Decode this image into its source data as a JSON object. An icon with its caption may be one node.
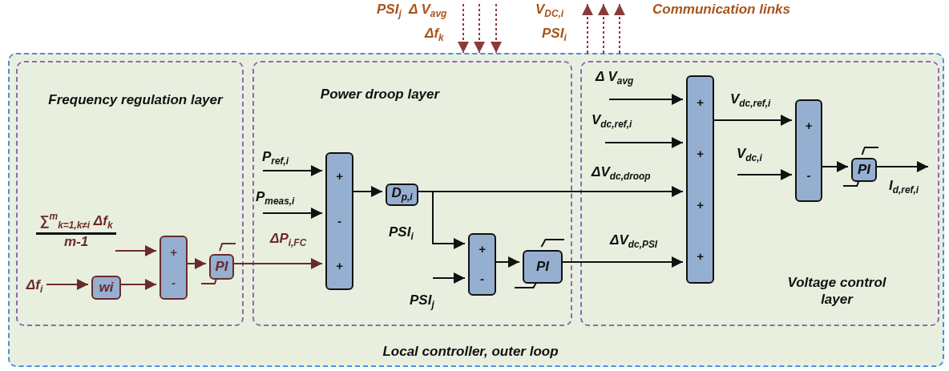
{
  "diagram": {
    "nodes": [
      {
        "text": [
          "Local controller, outer loop"
        ]
      },
      {
        "text": [
          "Frequency regulation layer"
        ],
        "in": 0
      },
      {
        "text": [
          "Power droop layer"
        ],
        "in": 0
      },
      {
        "text": [
          "Voltage control layer"
        ],
        "in": 0
      },
      {
        "text": [
          "∑$^{m}$$_{k=1,k≠i}$ Δf$_{k}$",
          "m-1"
        ],
        "in": 1
      },
      {
        "text": [
          "Δf$_{i}$"
        ],
        "in": 1
      },
      {
        "text": [
          "wi"
        ],
        "in": 1
      },
      {
        "text": [
          "+",
          "-"
        ],
        "in": 1
      },
      {
        "text": [
          "PI"
        ],
        "in": 1
      },
      {
        "text": [
          "+",
          "-",
          "+"
        ],
        "in": 2
      },
      {
        "text": [
          "D$_{p,i}$"
        ],
        "in": 2
      },
      {
        "text": [
          "+",
          "-"
        ],
        "in": 2
      },
      {
        "text": [
          "PI"
        ],
        "in": 2
      },
      {
        "text": [
          "+",
          "+",
          "+",
          "+"
        ],
        "in": 3
      },
      {
        "text": [
          "+",
          "-"
        ],
        "in": 3
      },
      {
        "text": [
          "PI"
        ],
        "in": 3
      }
    ],
    "edges": [
      {
        "from": 4,
        "to": 7,
        "arrow": "to",
        "color": "#6b2a2a"
      },
      {
        "from": 5,
        "to": 6,
        "arrow": "to",
        "color": "#6b2a2a"
      },
      {
        "from": 6,
        "to": 7,
        "arrow": "to",
        "color": "#6b2a2a"
      },
      {
        "from": 7,
        "to": 8,
        "arrow": "to",
        "color": "#6b2a2a"
      },
      {
        "from": 8,
        "to": 9,
        "arrow": "to",
        "label": "ΔP$_{i,FC}$",
        "color": "#6b2a2a"
      },
      {
        "from": null,
        "to": 9,
        "arrow": "to",
        "label": "P$_{ref,i}$"
      },
      {
        "from": null,
        "to": 9,
        "arrow": "to",
        "label": "P$_{meas,i}$"
      },
      {
        "from": 9,
        "to": 10,
        "arrow": "to"
      },
      {
        "from": 10,
        "to": 13,
        "arrow": "to",
        "label": "ΔV$_{dc,droop}$"
      },
      {
        "from": 10,
        "to": 11,
        "arrow": "to",
        "label": "PSI$_{i}$"
      },
      {
        "from": null,
        "to": 11,
        "arrow": "to",
        "label": "PSI$_{j}$"
      },
      {
        "from": 11,
        "to": 12,
        "arrow": "to"
      },
      {
        "from": 12,
        "to": 13,
        "arrow": "to",
        "label": "ΔV$_{dc,PSI}$"
      },
      {
        "from": null,
        "to": 13,
        "arrow": "to",
        "label": "Δ V$_{avg}$"
      },
      {
        "from": null,
        "to": 13,
        "arrow": "to",
        "label": "V$_{dc,ref,i}$"
      },
      {
        "from": 13,
        "to": 14,
        "arrow": "to",
        "label": "V$_{dc,ref,i}$"
      },
      {
        "from": null,
        "to": 14,
        "arrow": "to",
        "label": "V$_{dc,i}$"
      },
      {
        "from": 14,
        "to": 15,
        "arrow": "to"
      },
      {
        "from": 15,
        "to": null,
        "arrow": "to",
        "label": "I$_{d,ref,i}$"
      },
      {
        "from": null,
        "to": 0,
        "arrow": "to",
        "style": "dashed",
        "color": "#8b3a3a"
      },
      {
        "from": null,
        "to": 0,
        "arrow": "to",
        "style": "dashed",
        "color": "#8b3a3a"
      },
      {
        "from": null,
        "to": 0,
        "arrow": "to",
        "style": "dashed",
        "color": "#8b3a3a"
      },
      {
        "from": 0,
        "to": null,
        "arrow": "to",
        "style": "dashed",
        "color": "#8b3a3a"
      },
      {
        "from": 0,
        "to": null,
        "arrow": "to",
        "style": "dashed",
        "color": "#8b3a3a"
      },
      {
        "from": 0,
        "to": null,
        "arrow": "to",
        "style": "dashed",
        "color": "#8b3a3a"
      }
    ],
    "labels": [
      "PSI$_{j}$",
      "Δ V$_{avg}$",
      "Δf$_{k}$",
      "V$_{DC,i}$",
      "PSI$_{i}$",
      "Communication links"
    ]
  }
}
